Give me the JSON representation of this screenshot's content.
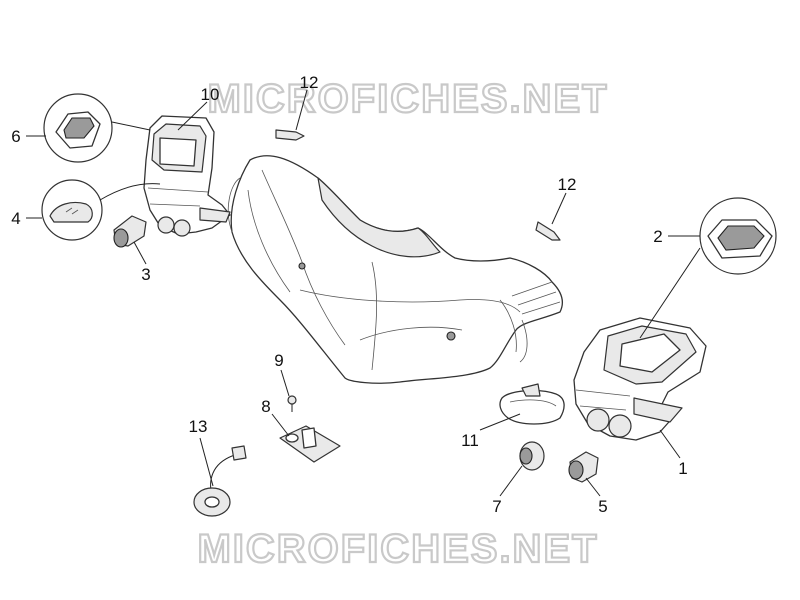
{
  "watermark": {
    "top": "MICROFICHES.NET",
    "bottom": "MICROFICHES.NET"
  },
  "callouts": [
    {
      "id": "c10",
      "text": "10"
    },
    {
      "id": "c12a",
      "text": "12"
    },
    {
      "id": "c6",
      "text": "6"
    },
    {
      "id": "c4",
      "text": "4"
    },
    {
      "id": "c3",
      "text": "3"
    },
    {
      "id": "c12b",
      "text": "12"
    },
    {
      "id": "c2",
      "text": "2"
    },
    {
      "id": "c9",
      "text": "9"
    },
    {
      "id": "c8",
      "text": "8"
    },
    {
      "id": "c13",
      "text": "13"
    },
    {
      "id": "c11",
      "text": "11"
    },
    {
      "id": "c1",
      "text": "1"
    },
    {
      "id": "c7",
      "text": "7"
    },
    {
      "id": "c5",
      "text": "5"
    }
  ]
}
